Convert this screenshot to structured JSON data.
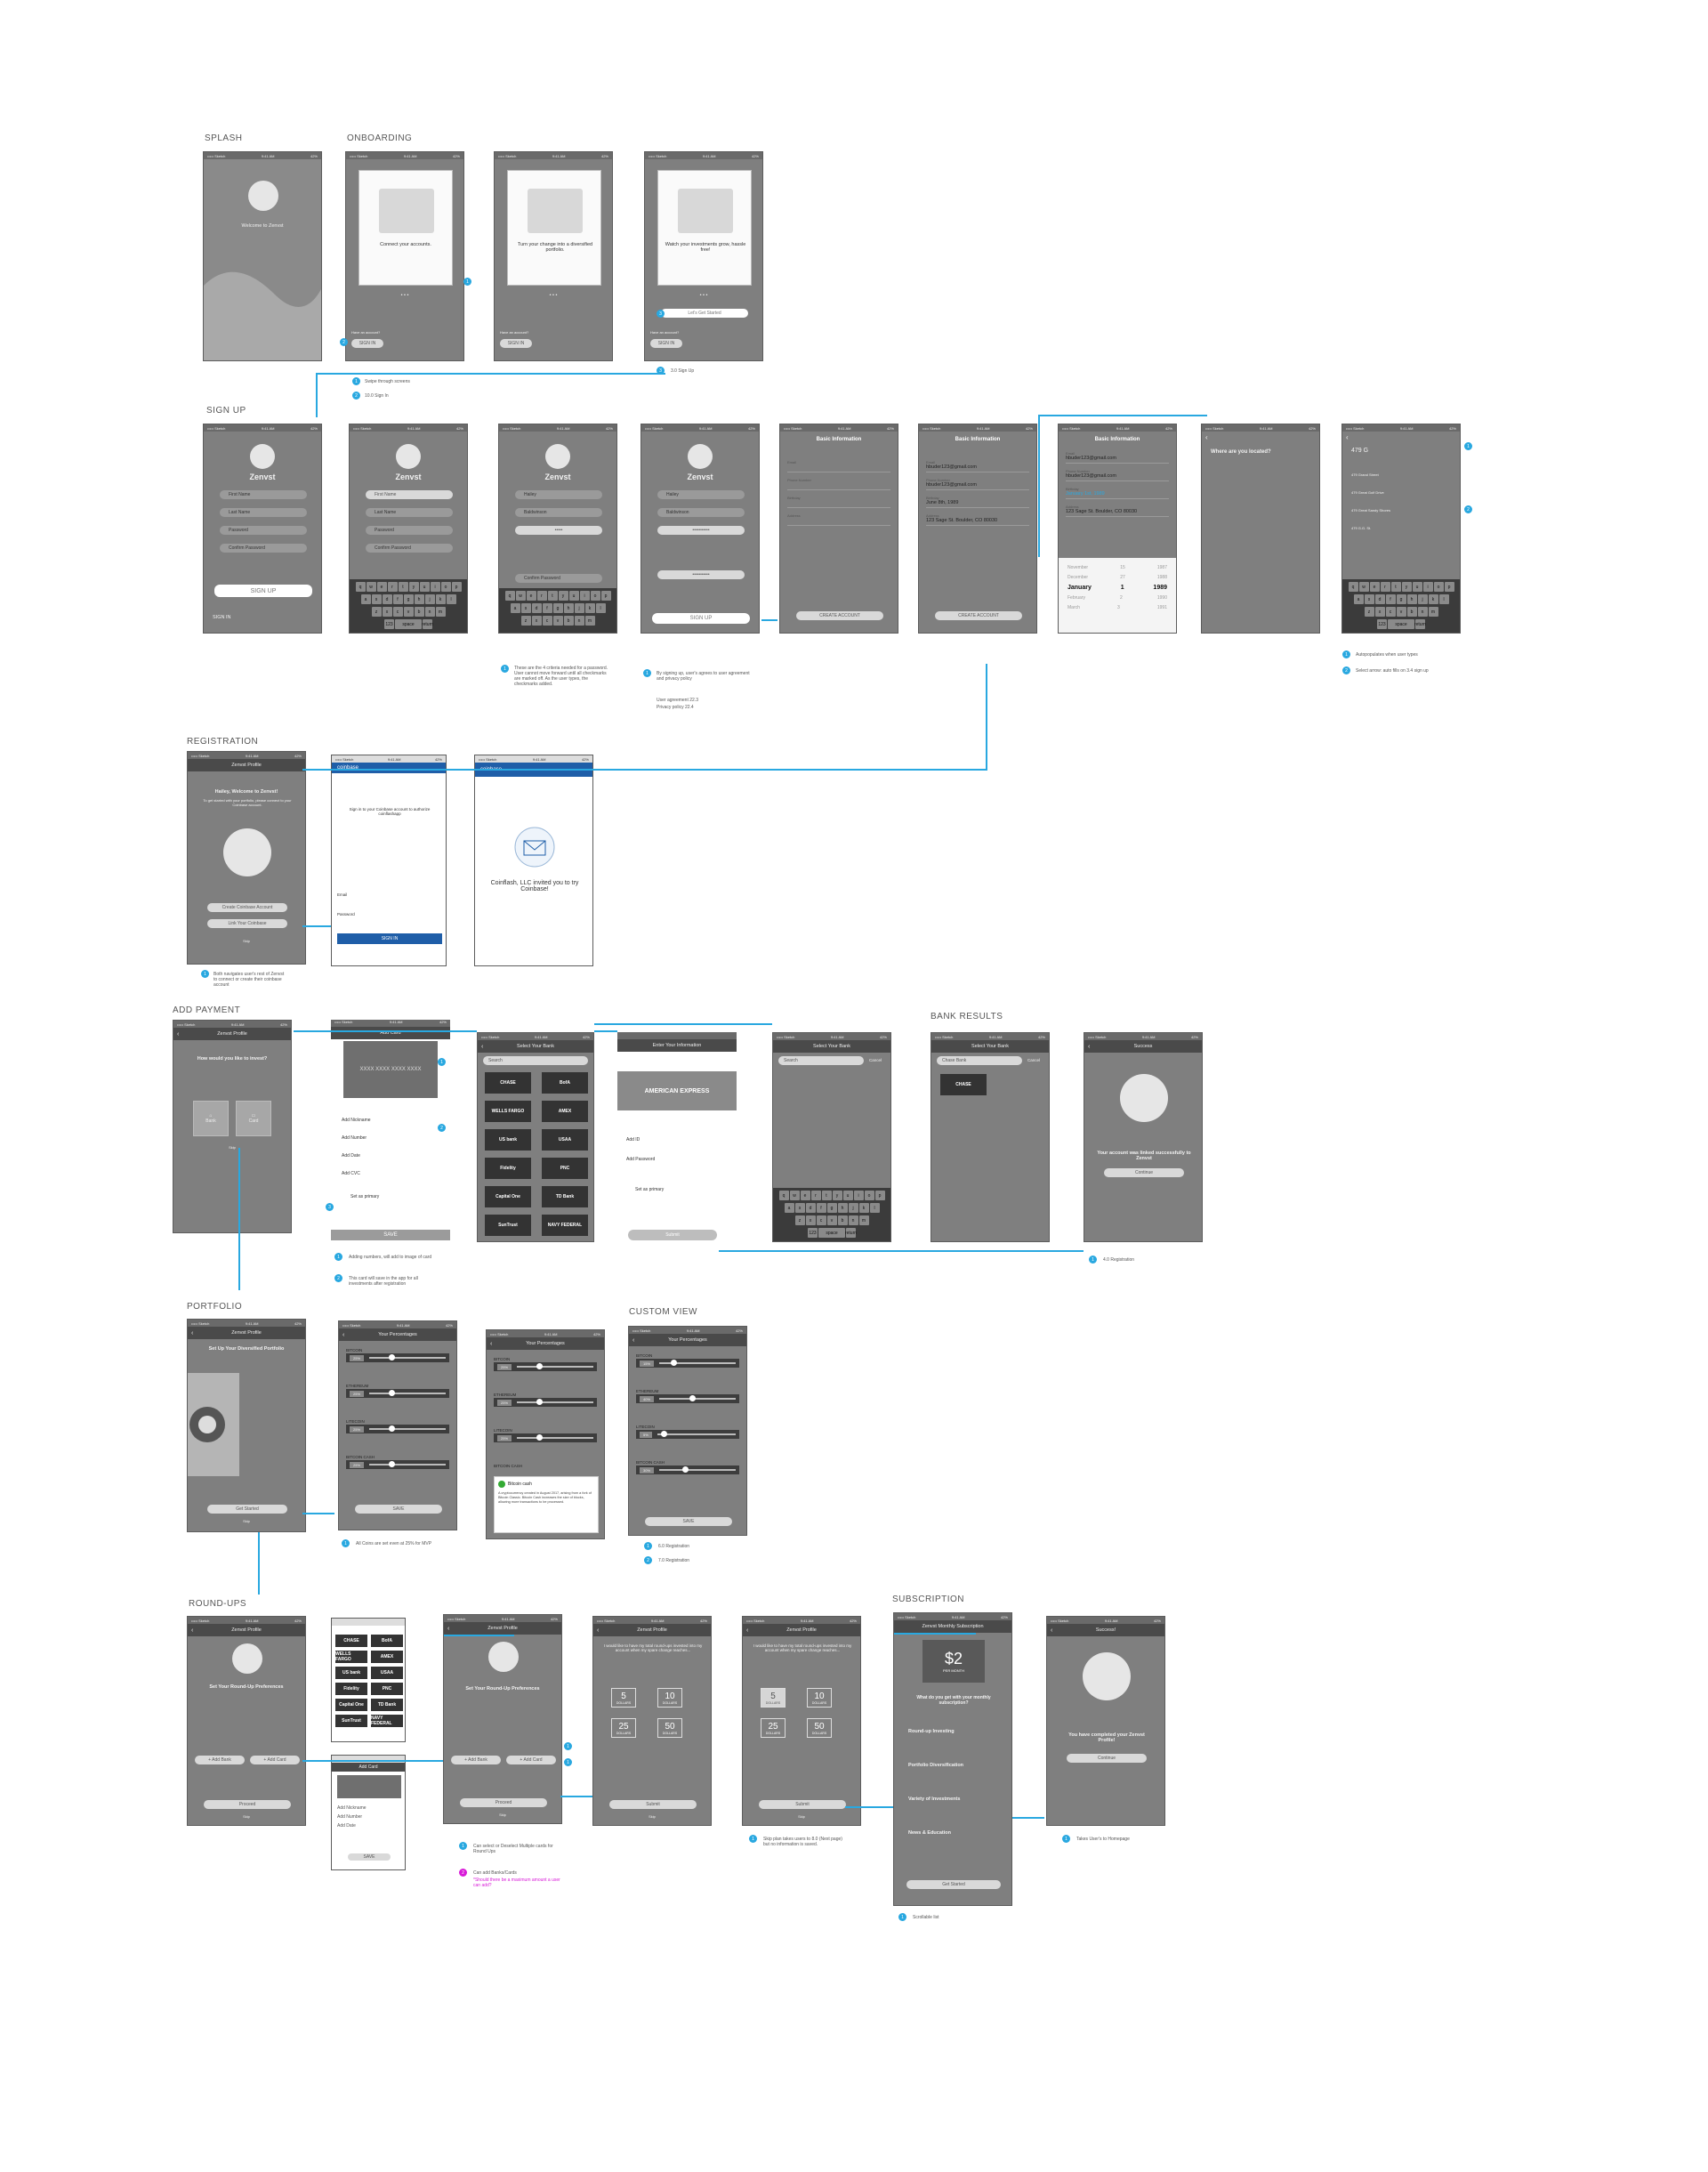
{
  "sections": {
    "splash": "SPLASH",
    "onboarding": "ONBOARDING",
    "signup": "SIGN UP",
    "registration": "REGISTRATION",
    "add_payment": "ADD PAYMENT",
    "bank_results": "BANK RESULTS",
    "portfolio": "PORTFOLIO",
    "custom_view": "CUSTOM VIEW",
    "roundups": "ROUND-UPS",
    "subscription": "SUBSCRIPTION"
  },
  "status": {
    "carrier": "••••• Sketch",
    "time": "9:41 AM",
    "battery": "42%"
  },
  "splash": {
    "welcome": "Welcome to Zenvst"
  },
  "onboarding": {
    "card1": "Connect your accounts.",
    "card2": "Turn your change into a diversified portfolio.",
    "card3": "Watch your investments grow, hassle free!",
    "lets_get_started": "Let's Get Started",
    "have_account": "Have an account?",
    "sign_in": "SIGN IN",
    "notes": [
      "Swipe through screens",
      "10.0 Sign In",
      "3.0 Sign Up"
    ]
  },
  "signup": {
    "logo": "Zenvst",
    "first_name": "First Name",
    "last_name": "Last Name",
    "password": "Password",
    "confirm_password": "Confirm Password",
    "sign_up": "SIGN UP",
    "sign_in": "SIGN IN",
    "filled_first": "Hailey",
    "filled_last": "Baldwinson",
    "basic_info": "Basic Information",
    "email": "Email",
    "phone": "Phone Number",
    "birthday": "Birthday",
    "address": "Address",
    "email_val": "hbuder123@gmail.com",
    "birthday_val": "June 8th, 1989",
    "address_val": "123 Sage St. Boulder, CO 80030",
    "create_account": "CREATE ACCOUNT",
    "where_located": "Where are you located?",
    "search_val": "479 G",
    "results": [
      "479 Grand Street",
      "479 Great Golf Drive",
      "479 Great Sandy Shores",
      "479 G.G. St."
    ],
    "picker": [
      "November",
      "December",
      "January",
      "February",
      "March"
    ],
    "picker_days": [
      "15",
      "27",
      "1",
      "2",
      "3"
    ],
    "picker_years": [
      "1987",
      "1988",
      "1989",
      "1990",
      "1991"
    ],
    "note_criteria": "These are the 4 criteria needed for a password. User cannot move forward until all checkmarks are marked off. As the user types, the checkmarks added.",
    "note_agree": "By signing up, user's agrees to user agreement and privacy policy",
    "note_links": [
      "User agreement 22.3",
      "Privacy policy 22.4"
    ],
    "note_autopop": "Autopopulates when user types",
    "note_select": "Select arrow: auto fills on 3.4 sign up"
  },
  "registration": {
    "title": "Zenvst Profile",
    "greeting": "Hailey, Welcome to Zenvst!",
    "sub": "To get started with your portfolio, please connect to your Coinbase account.",
    "create_coinbase": "Create Coinbase Account",
    "link_coinbase": "Link Your Coinbase",
    "skip": "Skip",
    "coinbase": "coinbase",
    "signin_title": "Sign in to your Coinbase account to authorize coinflashapp",
    "email": "Email",
    "password": "Password",
    "sign_in": "SIGN IN",
    "invite": "Coinflash, LLC invited you to try Coinbase!",
    "note": "Both navigates user's rest of Zenvst to connect or create their coinbase account"
  },
  "payment": {
    "title": "Zenvst Profile",
    "question": "How would you like to invest?",
    "bank": "Bank",
    "card": "Card",
    "skip": "Skip",
    "add_card": "Add Card",
    "card_number": "XXXX XXXX XXXX XXXX",
    "add_nickname": "Add Nickname",
    "add_number": "Add Number",
    "add_date": "Add Date",
    "add_cvc": "Add CVC",
    "set_primary": "Set as primary",
    "save": "SAVE",
    "select_bank": "Select Your Bank",
    "search": "Search",
    "banks": [
      "CHASE",
      "BofA",
      "WELLS FARGO",
      "AMEX",
      "US bank",
      "USAA",
      "Fidelity",
      "PNC",
      "Capital One",
      "TD Bank",
      "SunTrust",
      "NAVY FEDERAL"
    ],
    "enter_info": "Enter Your Information",
    "amex": "AMERICAN EXPRESS",
    "add_id": "Add ID",
    "add_password": "Add Password",
    "submit": "Submit",
    "chase_search": "Chase Bank",
    "cancel": "Cancel",
    "success": "Success",
    "linked": "Your account was linked successfully to Zenvst",
    "continue": "Continue",
    "note_numbers": "Adding numbers, will add to image of card",
    "note_save": "This card will save in the app for all investments after registration",
    "note_reg": "4.0 Registration"
  },
  "portfolio": {
    "title": "Zenvst Profile",
    "setup": "Set Up Your Diversified Portfolio",
    "get_started": "Get Started",
    "skip": "Skip",
    "your_percentages": "Your Percentages",
    "coins": [
      "BITCOIN",
      "ETHEREUM",
      "LITECOIN",
      "BITCOIN CASH"
    ],
    "pcts": [
      "25%",
      "25%",
      "25%",
      "25%"
    ],
    "custom_pcts": [
      "15%",
      "40%",
      "5%",
      "30%"
    ],
    "save": "SAVE",
    "bitcoin_cash_title": "Bitcoin cash",
    "bitcoin_cash_desc": "A cryptocurrency created in August 2017, arising from a fork of Bitcoin Classic. Bitcoin Cash increases the size of blocks, allowing more transactions to be processed.",
    "note_mvp": "All Coins are set even at 25% for MVP",
    "note_reg": "6.0 Registration",
    "note_reg2": "7.0 Registration"
  },
  "roundups": {
    "title": "Zenvst Profile",
    "prefs": "Set Your Round-Up Preferences",
    "add_bank": "+ Add Bank",
    "add_card": "+ Add Card",
    "proceed": "Proceed",
    "skip": "Skip",
    "question": "I would like to have my total round-ups invested into my account when my spare change reaches...",
    "amounts": [
      "5",
      "10",
      "25",
      "50"
    ],
    "dollars": "DOLLARS",
    "submit": "Submit",
    "note_select": "Can select or Deselect Multiple cards for Round Ups",
    "note_add": "Can add Banks/Cards",
    "note_max": "*Should there be a maximum amount a user can add?",
    "note_skip": "Skip plan takes users to 8.0 (Next page) but no information is saved."
  },
  "subscription": {
    "title": "Zenvst Monthly Subscription",
    "price": "$2",
    "per_month": "PER MONTH",
    "get_q": "What do you get with your monthly subscription?",
    "features": [
      "Round-up Investing",
      "Portfolio Diversification",
      "Variety of Investments",
      "News & Education"
    ],
    "get_started": "Get Started",
    "success": "Success!",
    "completed": "You have completed your Zenvst Profile!",
    "continue": "Continue",
    "note_scroll": "Scrollable list",
    "note_home": "Takes User's to Homepage"
  }
}
